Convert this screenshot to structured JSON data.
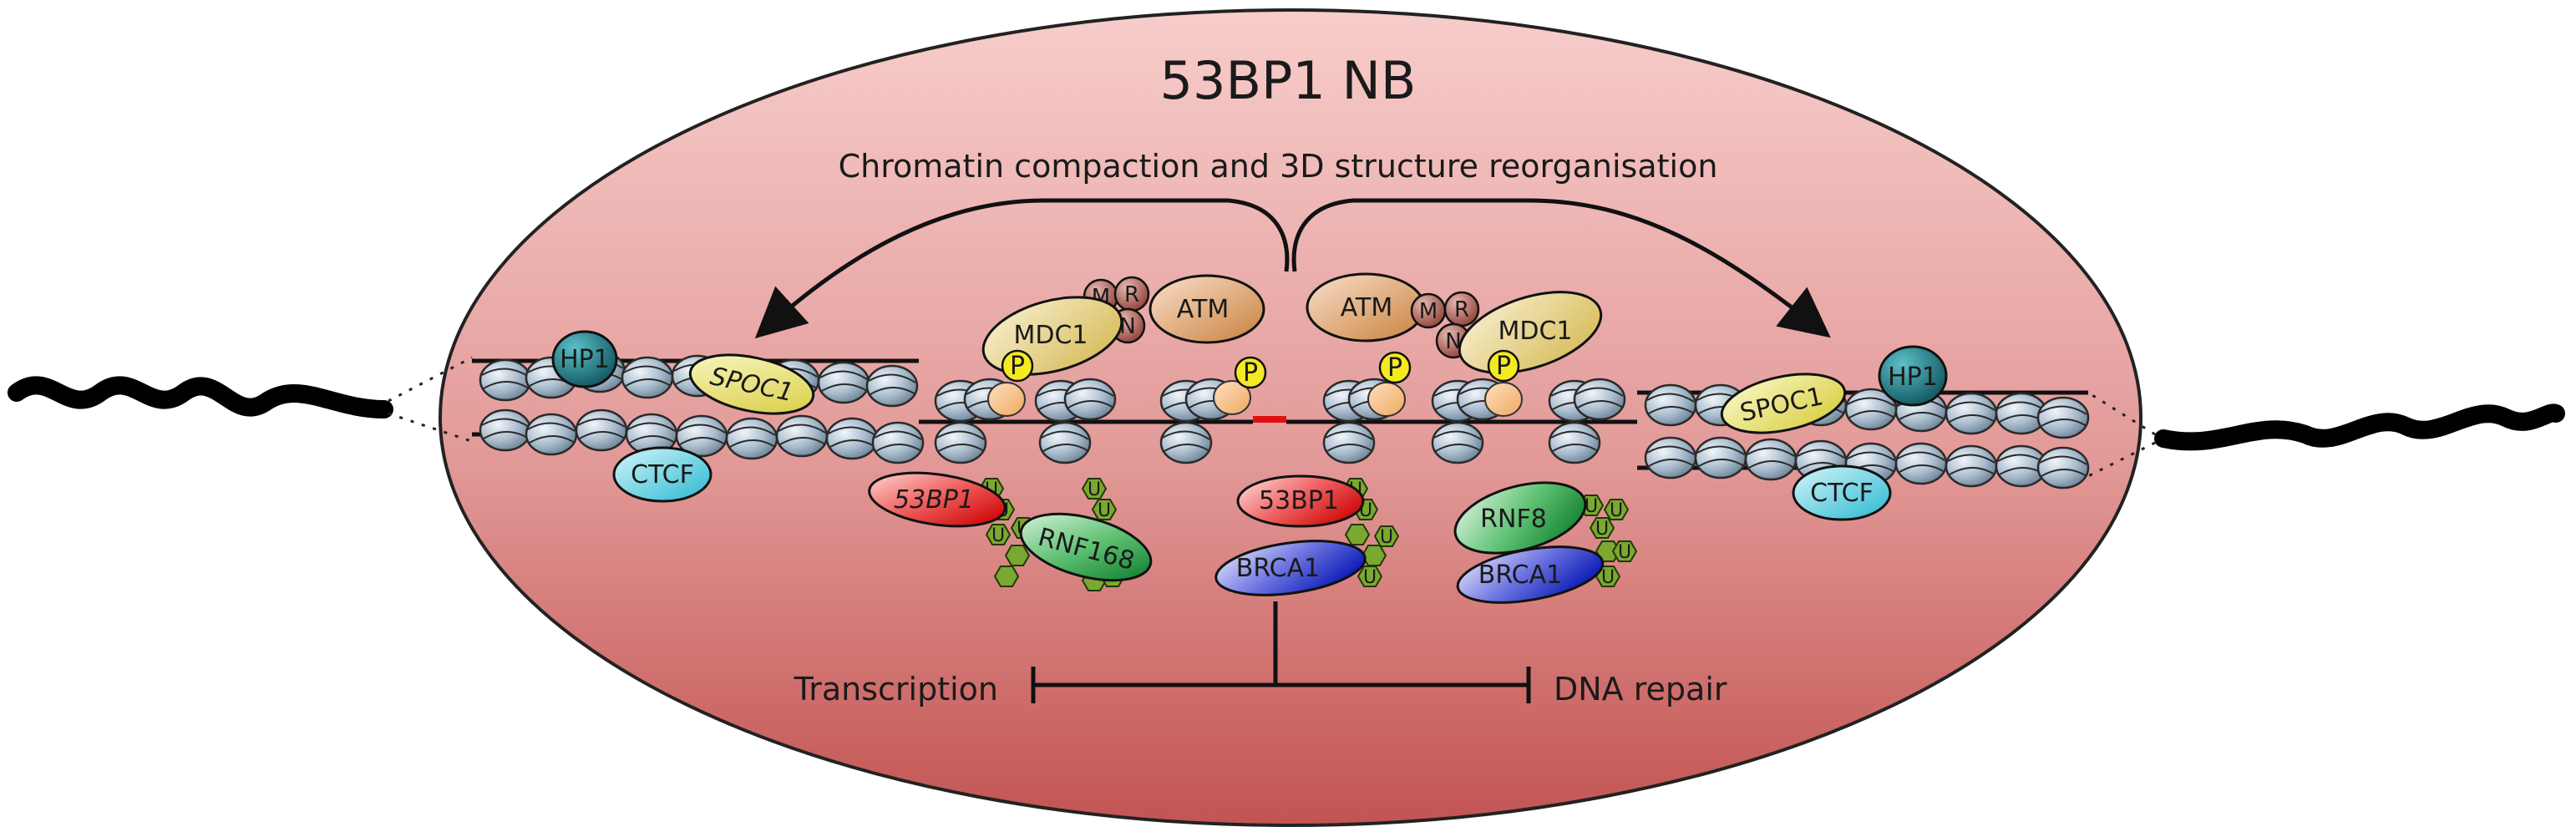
{
  "title": "53BP1 NB",
  "subtitle": "Chromatin compaction and 3D structure reorganisation",
  "outcomes": {
    "left": "Transcription",
    "right": "DNA repair"
  },
  "proteins": {
    "hp1": "HP1",
    "spoc1": "SPOC1",
    "ctcf": "CTCF",
    "mdc1": "MDC1",
    "atm": "ATM",
    "m": "M",
    "r": "R",
    "n": "N",
    "p": "P",
    "u": "U",
    "bp53": "53BP1",
    "rnf168": "RNF168",
    "rnf8": "RNF8",
    "brca1": "BRCA1"
  },
  "colors": {
    "ellipse_top": "#f6c6c4",
    "ellipse_bottom": "#c0504d",
    "nucleosome": "#b8c8d8",
    "hp1": "#1a6f7a",
    "spoc1": "#e8e070",
    "ctcf": "#5ad0e0",
    "mdc1": "#e8d480",
    "atm": "#e0a070",
    "mrn": "#a04a3a",
    "phospho": "#f4ea20",
    "bp53": "#e02020",
    "rnf168": "#40b060",
    "rnf8": "#40b060",
    "brca1": "#2030c0",
    "ubiquitin": "#6a9a20"
  }
}
